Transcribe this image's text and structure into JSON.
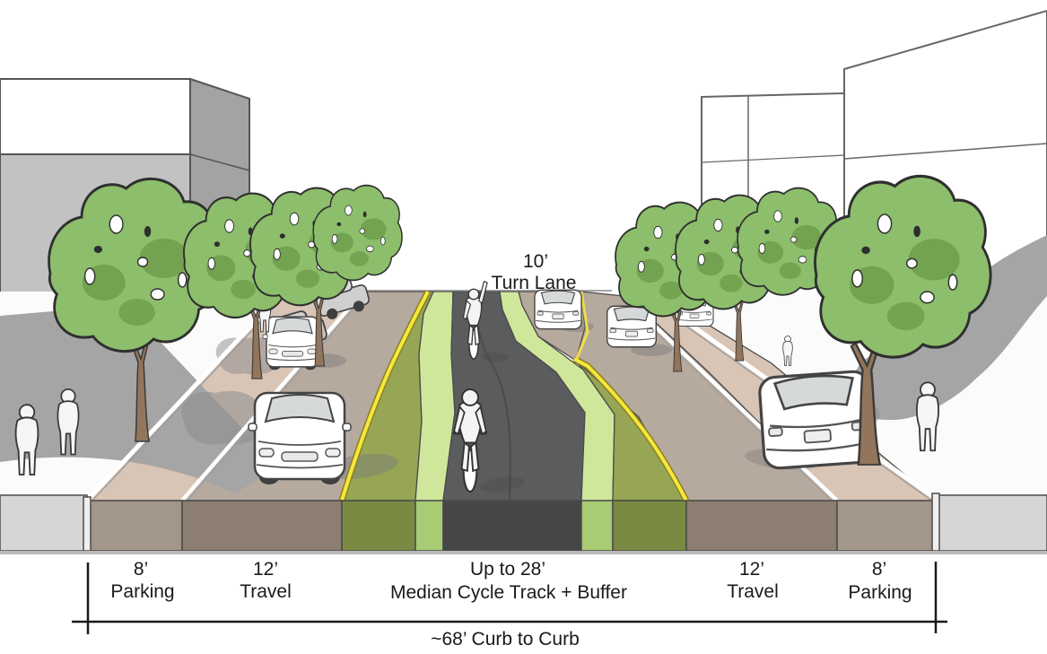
{
  "diagram": {
    "type": "street-median-cycle-track-perspective",
    "turn_lane_label": {
      "dimension": "10’",
      "name": "Turn Lane"
    },
    "sections": [
      {
        "dimension": "8’",
        "name": "Parking"
      },
      {
        "dimension": "12’",
        "name": "Travel"
      },
      {
        "dimension": "Up to 28’",
        "name": "Median Cycle Track + Buffer"
      },
      {
        "dimension": "12’",
        "name": "Travel"
      },
      {
        "dimension": "8’",
        "name": "Parking"
      }
    ],
    "total_width_label": "~68’ Curb to Curb",
    "colors": {
      "cycle_track_asphalt": "#5B5C5E",
      "buffer_light_green": "#CFE79B",
      "buffer_olive_green": "#96A654",
      "travel_lane": "#B6A99E",
      "parking_lane": "#D8C5B6",
      "lane_line_yellow": "#F6E73B",
      "tree_canopy": "#8CBE6B",
      "tree_canopy_dark": "#6E9D4B",
      "sidewalk_shadow": "#A5A5A5",
      "building_gray": "#C2C2C2"
    }
  }
}
